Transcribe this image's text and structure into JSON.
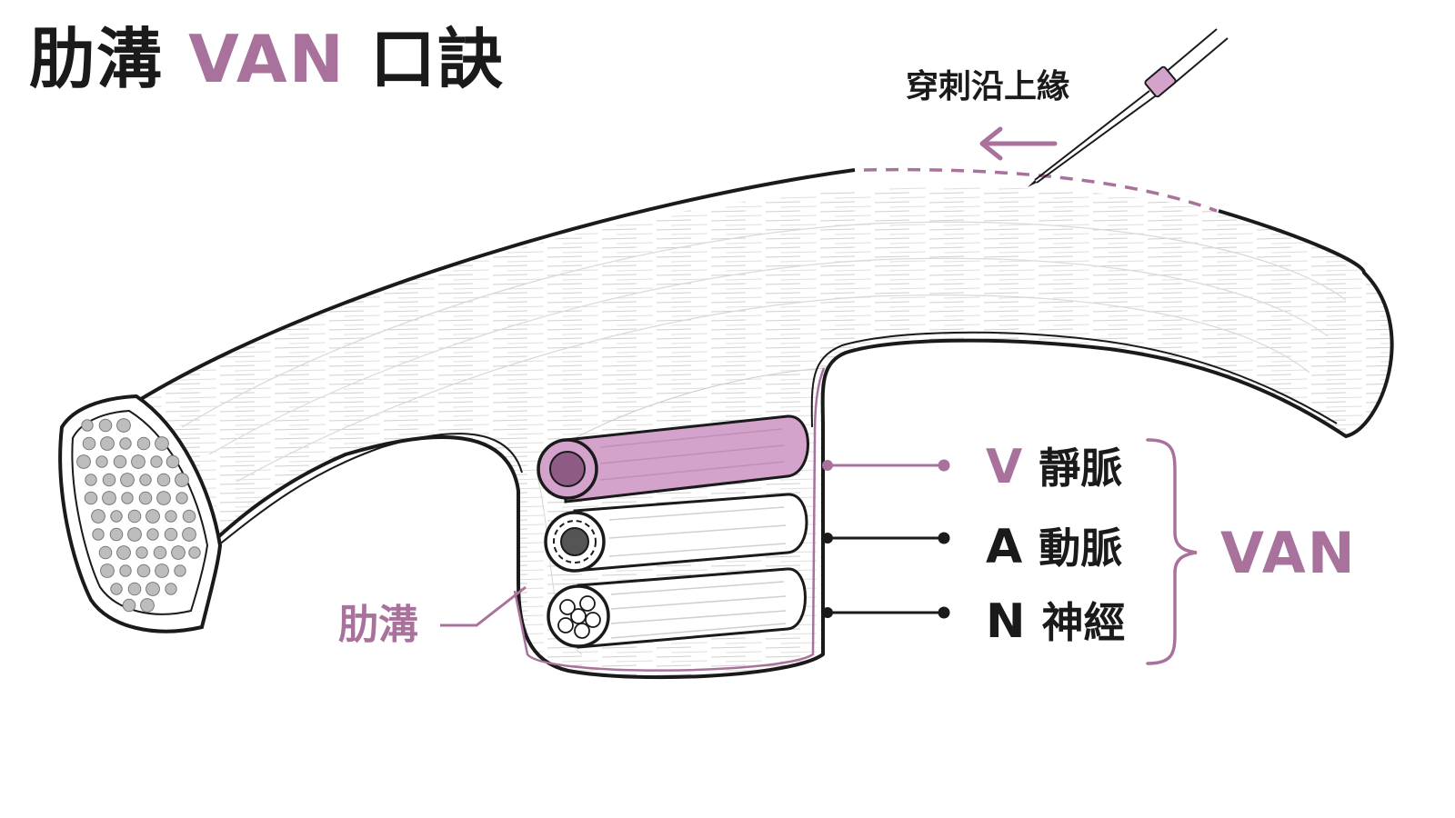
{
  "title": {
    "main": "肋溝",
    "accent": "VAN",
    "suffix": "口訣"
  },
  "needle_note": "穿刺沿上緣",
  "groove_label": "肋溝",
  "bundle": [
    {
      "letter": "V",
      "name": "靜脈"
    },
    {
      "letter": "A",
      "name": "動脈"
    },
    {
      "letter": "N",
      "name": "神經"
    }
  ],
  "bundle_group_label": "VAN",
  "colors": {
    "accent": "#a8729c",
    "vein_fill": "#d3a3cb",
    "vein_lumen": "#8e5a86",
    "artery_lumen": "#555555",
    "outline": "#1a1a1a"
  },
  "icons": [
    "needle-icon",
    "left-arrow-icon",
    "bone-marrow-pattern",
    "nerve-fascicles-icon"
  ]
}
